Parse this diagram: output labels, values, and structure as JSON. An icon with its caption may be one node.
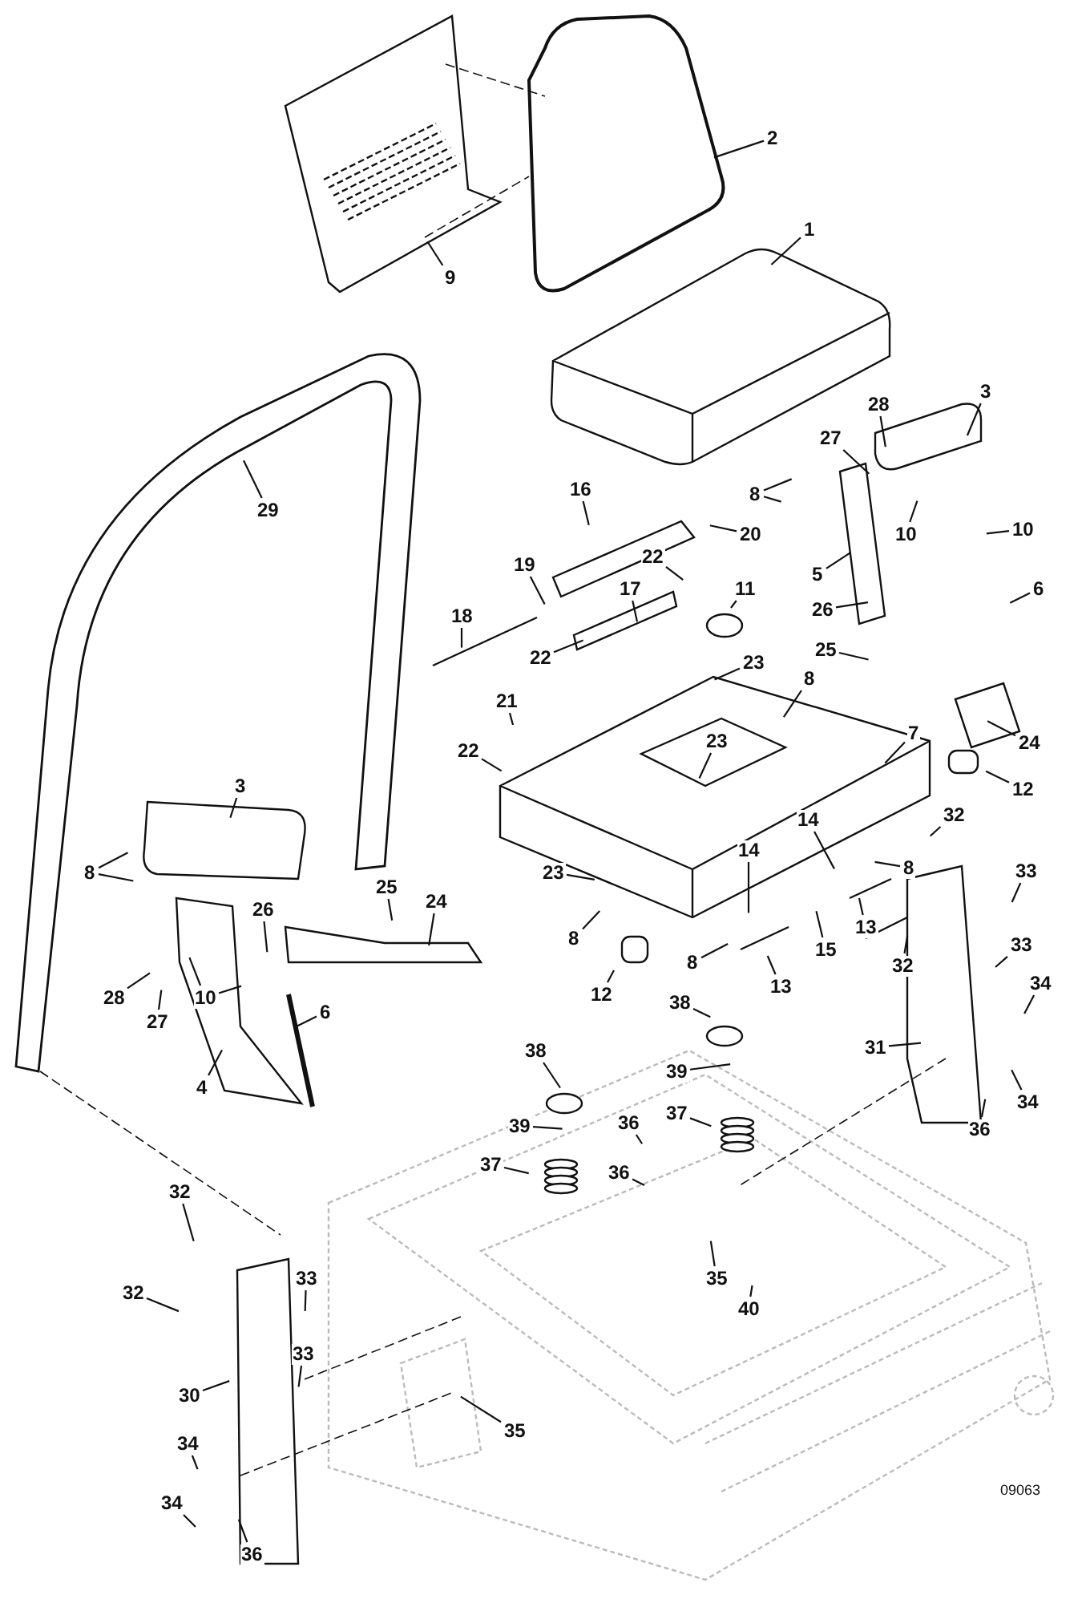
{
  "diagram": {
    "nodes": [
      {
        "text": [
          "2"
        ]
      },
      {
        "text": [
          "9"
        ]
      },
      {
        "text": [
          "1"
        ]
      },
      {
        "text": [
          "3"
        ]
      },
      {
        "text": [
          "28"
        ]
      },
      {
        "text": [
          "27"
        ]
      },
      {
        "text": [
          "8"
        ]
      },
      {
        "text": [
          "10"
        ]
      },
      {
        "text": [
          "10"
        ]
      },
      {
        "text": [
          "16"
        ]
      },
      {
        "text": [
          "20"
        ]
      },
      {
        "text": [
          "29"
        ]
      },
      {
        "text": [
          "5"
        ]
      },
      {
        "text": [
          "22"
        ]
      },
      {
        "text": [
          "19"
        ]
      },
      {
        "text": [
          "17"
        ]
      },
      {
        "text": [
          "11"
        ]
      },
      {
        "text": [
          "6"
        ]
      },
      {
        "text": [
          "18"
        ]
      },
      {
        "text": [
          "26"
        ]
      },
      {
        "text": [
          "25"
        ]
      },
      {
        "text": [
          "22"
        ]
      },
      {
        "text": [
          "23"
        ]
      },
      {
        "text": [
          "8"
        ]
      },
      {
        "text": [
          "21"
        ]
      },
      {
        "text": [
          "23"
        ]
      },
      {
        "text": [
          "7"
        ]
      },
      {
        "text": [
          "22"
        ]
      },
      {
        "text": [
          "24"
        ]
      },
      {
        "text": [
          "3"
        ]
      },
      {
        "text": [
          "12"
        ]
      },
      {
        "text": [
          "32"
        ]
      },
      {
        "text": [
          "14"
        ]
      },
      {
        "text": [
          "14"
        ]
      },
      {
        "text": [
          "8"
        ]
      },
      {
        "text": [
          "33"
        ]
      },
      {
        "text": [
          "8"
        ]
      },
      {
        "text": [
          "23"
        ]
      },
      {
        "text": [
          "25"
        ]
      },
      {
        "text": [
          "24"
        ]
      },
      {
        "text": [
          "26"
        ]
      },
      {
        "text": [
          "13"
        ]
      },
      {
        "text": [
          "8"
        ]
      },
      {
        "text": [
          "15"
        ]
      },
      {
        "text": [
          "33"
        ]
      },
      {
        "text": [
          "32"
        ]
      },
      {
        "text": [
          "8"
        ]
      },
      {
        "text": [
          "34"
        ]
      },
      {
        "text": [
          "13"
        ]
      },
      {
        "text": [
          "12"
        ]
      },
      {
        "text": [
          "10"
        ]
      },
      {
        "text": [
          "28"
        ]
      },
      {
        "text": [
          "38"
        ]
      },
      {
        "text": [
          "6"
        ]
      },
      {
        "text": [
          "27"
        ]
      },
      {
        "text": [
          "31"
        ]
      },
      {
        "text": [
          "38"
        ]
      },
      {
        "text": [
          "39"
        ]
      },
      {
        "text": [
          "4"
        ]
      },
      {
        "text": [
          "34"
        ]
      },
      {
        "text": [
          "37"
        ]
      },
      {
        "text": [
          "36"
        ]
      },
      {
        "text": [
          "39"
        ]
      },
      {
        "text": [
          "36"
        ]
      },
      {
        "text": [
          "37"
        ]
      },
      {
        "text": [
          "36"
        ]
      },
      {
        "text": [
          "32"
        ]
      },
      {
        "text": [
          "35"
        ]
      },
      {
        "text": [
          "33"
        ]
      },
      {
        "text": [
          "32"
        ]
      },
      {
        "text": [
          "40"
        ]
      },
      {
        "text": [
          "33"
        ]
      },
      {
        "text": [
          "30"
        ]
      },
      {
        "text": [
          "35"
        ]
      },
      {
        "text": [
          "34"
        ]
      },
      {
        "text": [
          "34"
        ]
      },
      {
        "text": [
          "36"
        ]
      }
    ],
    "edges": [
      {
        "from": 0,
        "to": null,
        "arrow": "none"
      },
      {
        "from": 1,
        "to": null,
        "arrow": "none"
      },
      {
        "from": 2,
        "to": null,
        "arrow": "none"
      },
      {
        "from": 3,
        "to": null,
        "arrow": "none"
      },
      {
        "from": 4,
        "to": null,
        "arrow": "none"
      },
      {
        "from": 5,
        "to": null,
        "arrow": "none"
      },
      {
        "from": 6,
        "to": null,
        "arrow": "none"
      },
      {
        "from": 6,
        "to": null,
        "arrow": "none"
      },
      {
        "from": 7,
        "to": null,
        "arrow": "none"
      },
      {
        "from": 8,
        "to": null,
        "arrow": "none"
      },
      {
        "from": 9,
        "to": null,
        "arrow": "none"
      },
      {
        "from": 10,
        "to": null,
        "arrow": "none"
      },
      {
        "from": 11,
        "to": null,
        "arrow": "none"
      },
      {
        "from": 12,
        "to": null,
        "arrow": "none"
      },
      {
        "from": 13,
        "to": null,
        "arrow": "none"
      },
      {
        "from": 14,
        "to": null,
        "arrow": "none"
      },
      {
        "from": 15,
        "to": null,
        "arrow": "none"
      },
      {
        "from": 16,
        "to": null,
        "arrow": "none"
      },
      {
        "from": 17,
        "to": null,
        "arrow": "none"
      },
      {
        "from": 18,
        "to": null,
        "arrow": "none"
      },
      {
        "from": 19,
        "to": null,
        "arrow": "none"
      },
      {
        "from": 20,
        "to": null,
        "arrow": "none"
      },
      {
        "from": 21,
        "to": null,
        "arrow": "none"
      },
      {
        "from": 22,
        "to": null,
        "arrow": "none"
      },
      {
        "from": 23,
        "to": null,
        "arrow": "none"
      },
      {
        "from": 24,
        "to": null,
        "arrow": "none"
      },
      {
        "from": 25,
        "to": null,
        "arrow": "none"
      },
      {
        "from": 26,
        "to": null,
        "arrow": "none"
      },
      {
        "from": 27,
        "to": null,
        "arrow": "none"
      },
      {
        "from": 28,
        "to": null,
        "arrow": "none"
      },
      {
        "from": 29,
        "to": null,
        "arrow": "none"
      },
      {
        "from": 30,
        "to": null,
        "arrow": "none"
      },
      {
        "from": 31,
        "to": null,
        "arrow": "none"
      },
      {
        "from": 32,
        "to": null,
        "arrow": "none"
      },
      {
        "from": 33,
        "to": null,
        "arrow": "none"
      },
      {
        "from": 34,
        "to": null,
        "arrow": "none"
      },
      {
        "from": 35,
        "to": null,
        "arrow": "none"
      },
      {
        "from": 36,
        "to": null,
        "arrow": "none"
      },
      {
        "from": 36,
        "to": null,
        "arrow": "none"
      },
      {
        "from": 37,
        "to": null,
        "arrow": "none"
      },
      {
        "from": 38,
        "to": null,
        "arrow": "none"
      },
      {
        "from": 39,
        "to": null,
        "arrow": "none"
      },
      {
        "from": 40,
        "to": null,
        "arrow": "none"
      },
      {
        "from": 41,
        "to": null,
        "arrow": "none"
      },
      {
        "from": 42,
        "to": null,
        "arrow": "none"
      },
      {
        "from": 43,
        "to": null,
        "arrow": "none"
      },
      {
        "from": 44,
        "to": null,
        "arrow": "none"
      },
      {
        "from": 45,
        "to": null,
        "arrow": "none"
      },
      {
        "from": 46,
        "to": null,
        "arrow": "none"
      },
      {
        "from": 47,
        "to": null,
        "arrow": "none"
      },
      {
        "from": 48,
        "to": null,
        "arrow": "none"
      },
      {
        "from": 49,
        "to": null,
        "arrow": "none"
      },
      {
        "from": 50,
        "to": null,
        "arrow": "none"
      },
      {
        "from": 50,
        "to": null,
        "arrow": "none"
      },
      {
        "from": 51,
        "to": null,
        "arrow": "none"
      },
      {
        "from": 52,
        "to": null,
        "arrow": "none"
      },
      {
        "from": 53,
        "to": null,
        "arrow": "none"
      },
      {
        "from": 54,
        "to": null,
        "arrow": "none"
      },
      {
        "from": 55,
        "to": null,
        "arrow": "none"
      },
      {
        "from": 56,
        "to": null,
        "arrow": "none"
      },
      {
        "from": 57,
        "to": null,
        "arrow": "none"
      },
      {
        "from": 58,
        "to": null,
        "arrow": "none"
      },
      {
        "from": 59,
        "to": null,
        "arrow": "none"
      },
      {
        "from": 60,
        "to": null,
        "arrow": "none"
      },
      {
        "from": 61,
        "to": null,
        "arrow": "none"
      },
      {
        "from": 62,
        "to": null,
        "arrow": "none"
      },
      {
        "from": 63,
        "to": null,
        "arrow": "none"
      },
      {
        "from": 64,
        "to": null,
        "arrow": "none"
      },
      {
        "from": 65,
        "to": null,
        "arrow": "none"
      },
      {
        "from": 66,
        "to": null,
        "arrow": "none"
      },
      {
        "from": 67,
        "to": null,
        "arrow": "none"
      },
      {
        "from": 68,
        "to": null,
        "arrow": "none"
      },
      {
        "from": 69,
        "to": null,
        "arrow": "none"
      },
      {
        "from": 70,
        "to": null,
        "arrow": "none"
      },
      {
        "from": 71,
        "to": null,
        "arrow": "none"
      },
      {
        "from": 72,
        "to": null,
        "arrow": "none"
      },
      {
        "from": 73,
        "to": null,
        "arrow": "none"
      },
      {
        "from": 74,
        "to": null,
        "arrow": "none"
      },
      {
        "from": 75,
        "to": null,
        "arrow": "none"
      },
      {
        "from": 76,
        "to": null,
        "arrow": "none"
      }
    ],
    "labels": [
      "09063"
    ]
  }
}
